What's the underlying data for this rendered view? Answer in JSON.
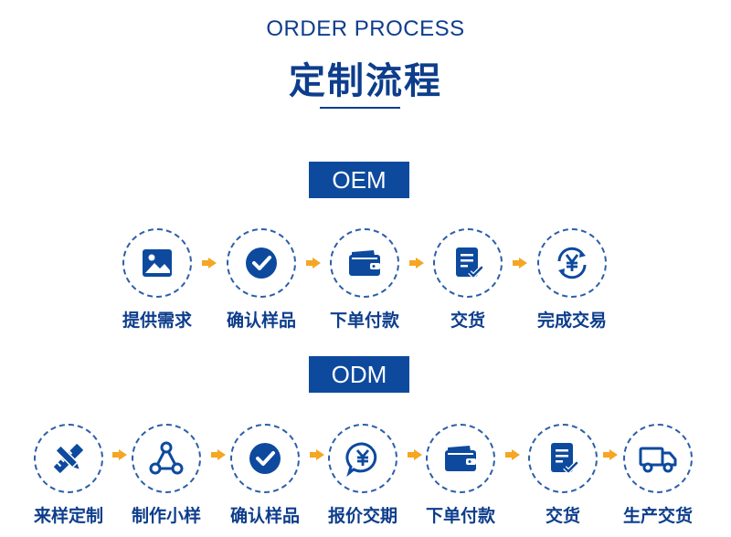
{
  "header": {
    "title_en": "ORDER PROCESS",
    "title_cn": "定制流程"
  },
  "oem": {
    "badge": "OEM",
    "steps": [
      {
        "label": "提供需求",
        "icon": "image-icon"
      },
      {
        "label": "确认样品",
        "icon": "checkmark-circle-icon"
      },
      {
        "label": "下单付款",
        "icon": "wallet-icon"
      },
      {
        "label": "交货",
        "icon": "document-check-icon"
      },
      {
        "label": "完成交易",
        "icon": "yen-exchange-icon"
      }
    ]
  },
  "odm": {
    "badge": "ODM",
    "steps": [
      {
        "label": "来样定制",
        "icon": "pencil-ruler-icon"
      },
      {
        "label": "制作小样",
        "icon": "network-triangle-icon"
      },
      {
        "label": "确认样品",
        "icon": "checkmark-circle-icon"
      },
      {
        "label": "报价交期",
        "icon": "yen-chat-icon"
      },
      {
        "label": "下单付款",
        "icon": "wallet-icon"
      },
      {
        "label": "交货",
        "icon": "document-check-icon"
      },
      {
        "label": "生产交货",
        "icon": "delivery-truck-icon"
      }
    ]
  },
  "colors": {
    "primary": "#0d4a9e",
    "accent_arrow": "#f5a623",
    "dashed_border": "#2c5fa8"
  }
}
